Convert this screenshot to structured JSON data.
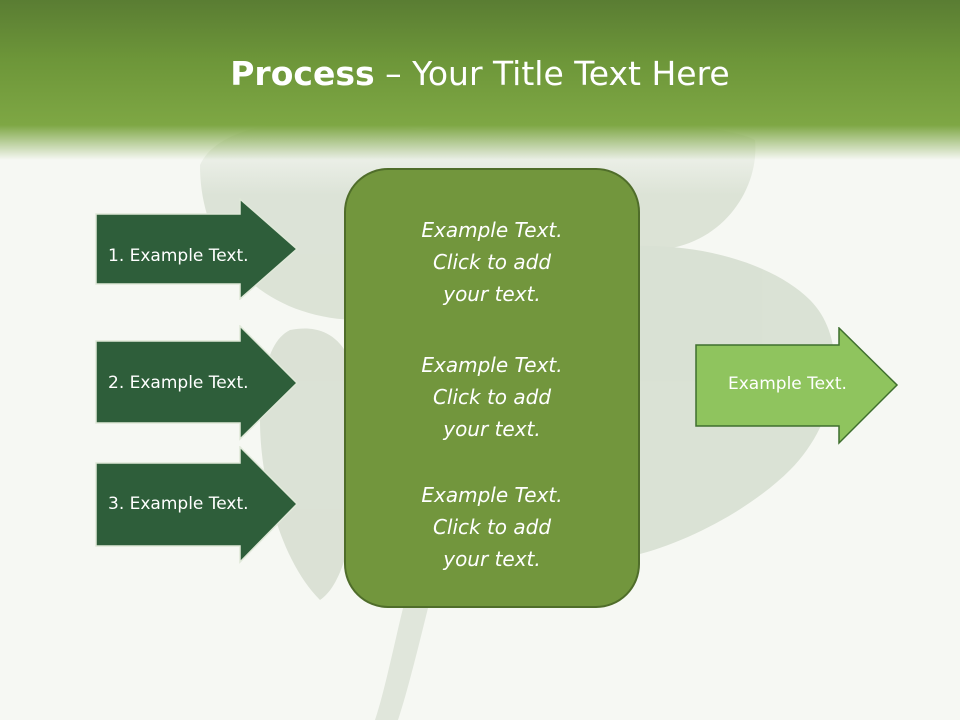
{
  "slide": {
    "title_bold": "Process",
    "title_rest": " – Your Title Text Here",
    "left_arrows": [
      {
        "label": "1. Example Text."
      },
      {
        "label": "2. Example Text."
      },
      {
        "label": "3. Example Text."
      }
    ],
    "center_blocks": [
      {
        "line1": "Example Text.",
        "line2": "Click  to add",
        "line3": "your text."
      },
      {
        "line1": "Example Text.",
        "line2": "Click  to add",
        "line3": "your text."
      },
      {
        "line1": "Example Text.",
        "line2": "Click  to add",
        "line3": "your text."
      }
    ],
    "right_arrow": {
      "label": "Example Text."
    }
  },
  "colors": {
    "header_green": "#6d9639",
    "dark_arrow_fill": "#2e5e3a",
    "center_box_fill": "#72963d",
    "light_arrow_fill": "#8fc45e",
    "background": "#f6f8f3"
  },
  "icons": {
    "background_image": "four-leaf-clover"
  }
}
